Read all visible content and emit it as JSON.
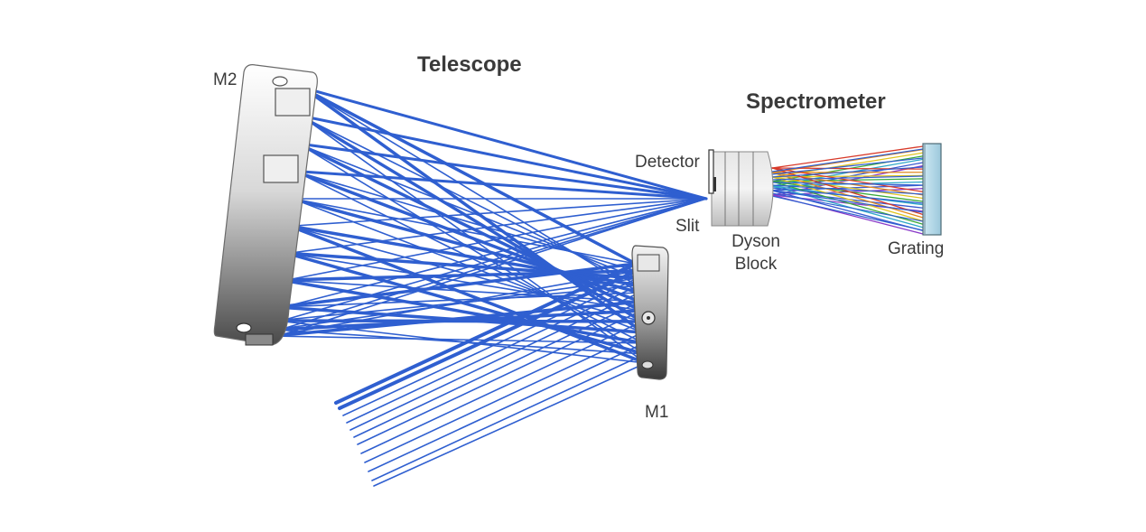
{
  "titles": {
    "telescope": "Telescope",
    "spectrometer": "Spectrometer"
  },
  "labels": {
    "m2": "M2",
    "m1": "M1",
    "detector": "Detector",
    "slit": "Slit",
    "dyson_line1": "Dyson",
    "dyson_line2": "Block",
    "grating": "Grating"
  },
  "colors": {
    "ray_blue": "#2f5fd0",
    "text": "#3a3a3a",
    "grating_fill": "#bfe0ef",
    "spectrum": [
      "#d83a2a",
      "#e08a20",
      "#e0c420",
      "#3aa83a",
      "#2fa8c8",
      "#3a5ad0",
      "#8a3ac8"
    ]
  }
}
